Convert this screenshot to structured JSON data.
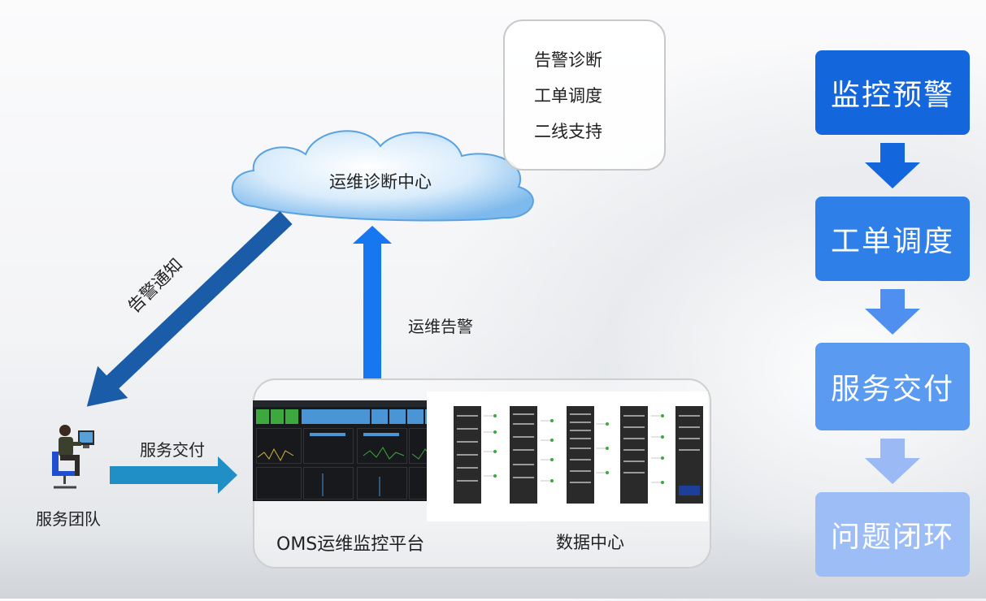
{
  "diagram": {
    "cloud_label": "运维诊断中心",
    "info_items": [
      "告警诊断",
      "工单调度",
      "二线支持"
    ],
    "arrow_alert_notice": "告警通知",
    "arrow_ops_alert": "运维告警",
    "arrow_service_delivery": "服务交付",
    "team_label": "服务团队",
    "platform_label": "OMS运维监控平台",
    "datacenter_label": "数据中心"
  },
  "flow": {
    "steps": [
      "监控预警",
      "工单调度",
      "服务交付",
      "问题闭环"
    ],
    "colors": [
      "#1466dc",
      "#2f7fe8",
      "#5a9af0",
      "#9dbdf6"
    ],
    "arrow_colors": [
      "#1466dc",
      "#4f8ff0",
      "#9ab9f5"
    ]
  },
  "colors": {
    "dark_arrow": "#1a5ca8",
    "bright_arrow": "#1677f0",
    "teal_arrow": "#1f8fc6",
    "cloud": "#8cc6f2"
  }
}
